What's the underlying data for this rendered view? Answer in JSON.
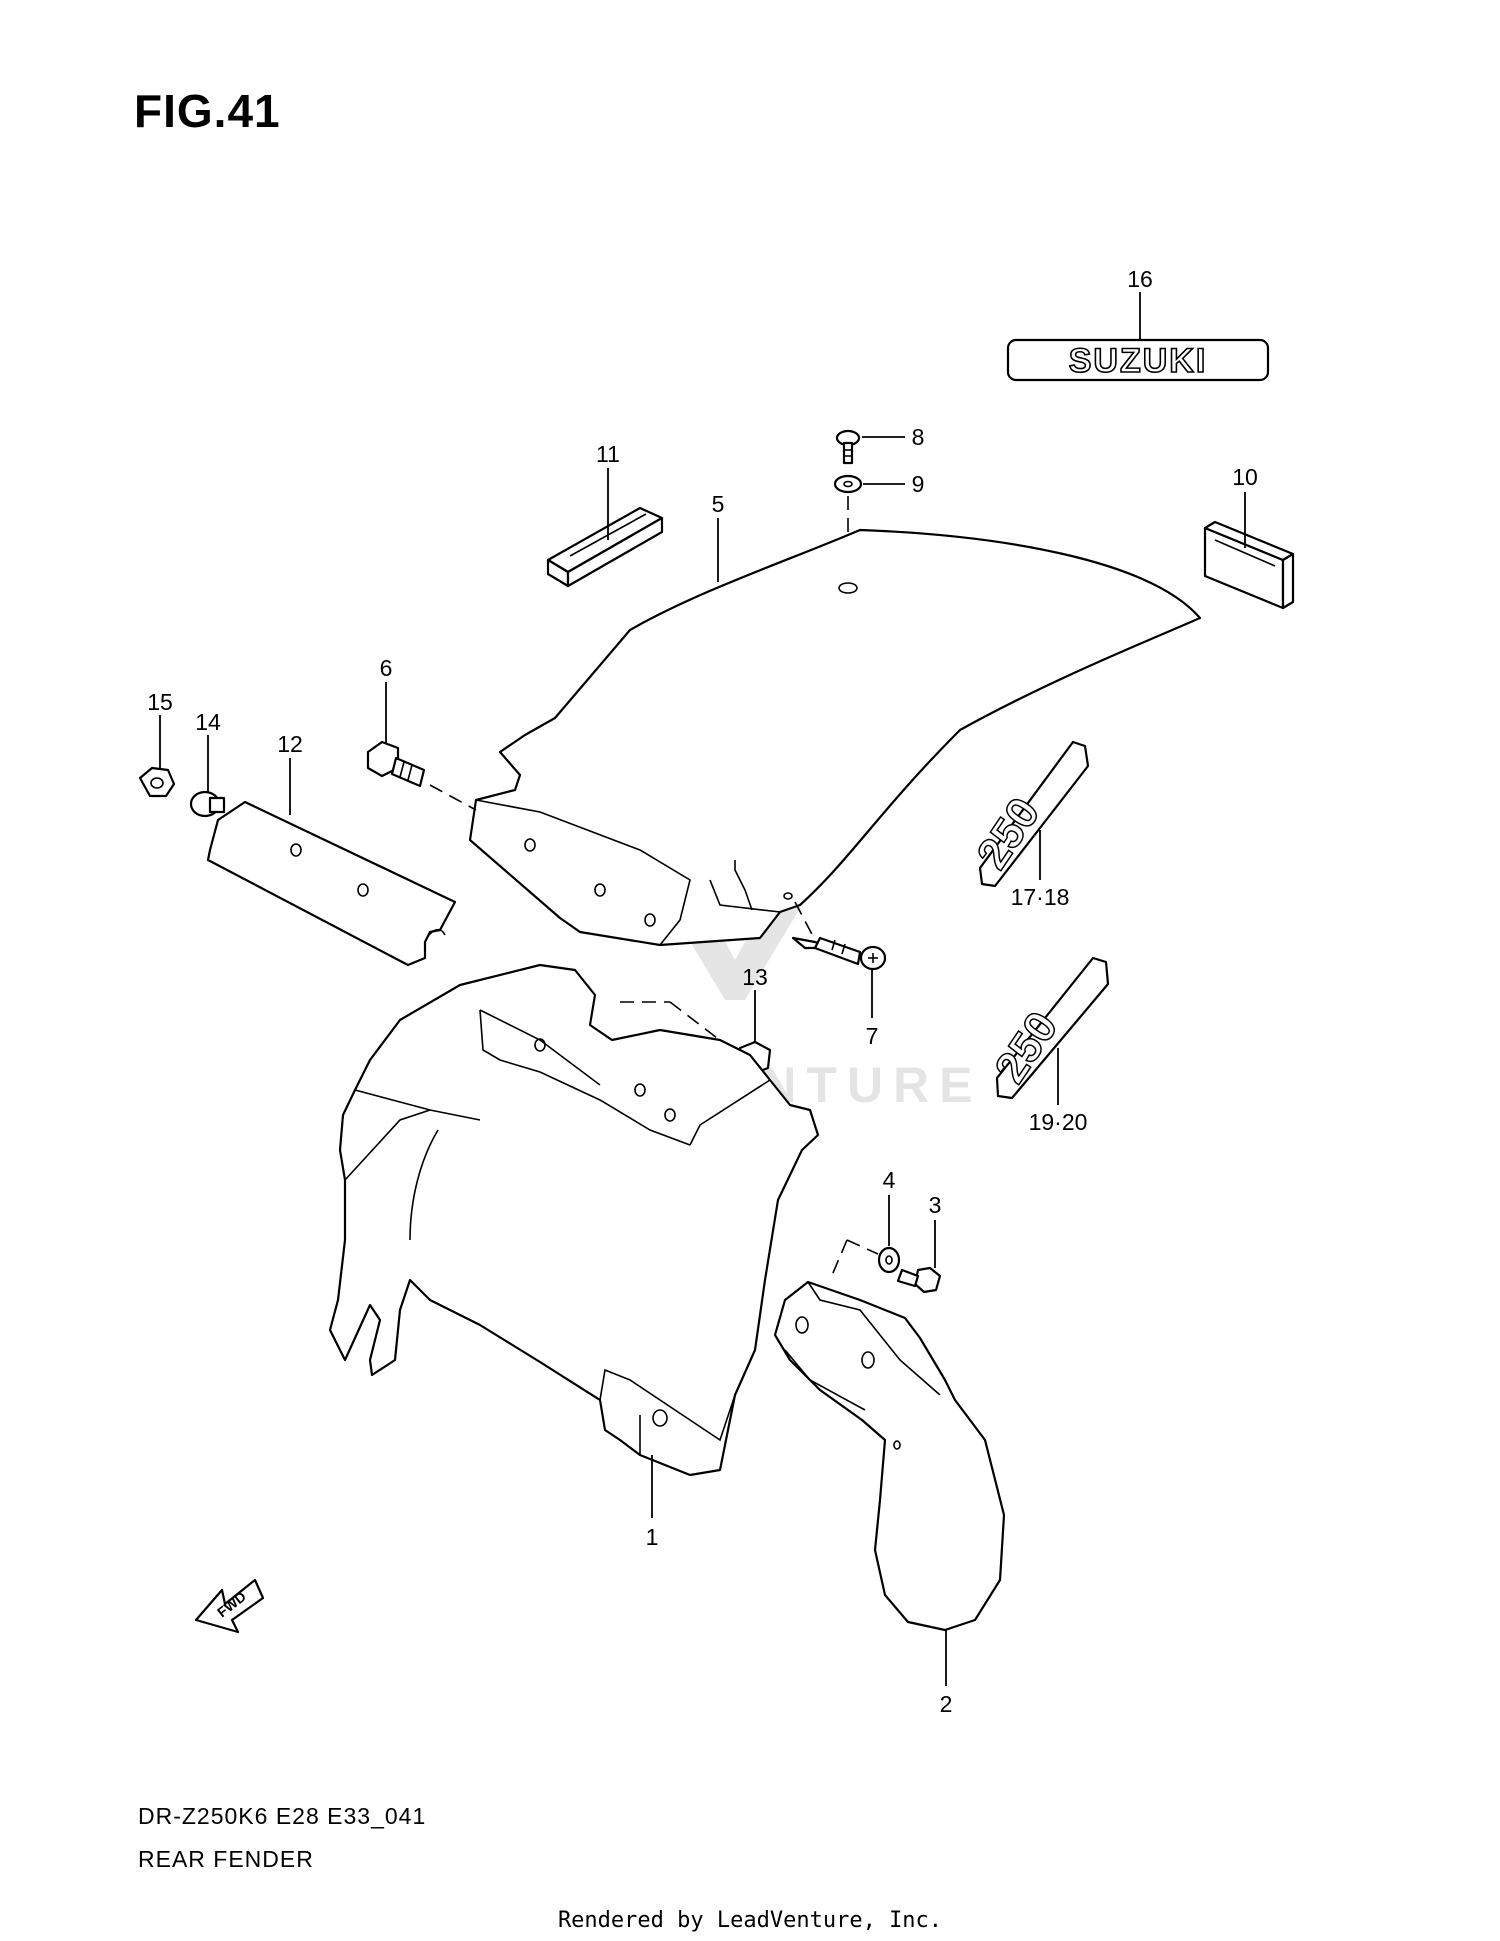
{
  "figure": {
    "title": "FIG.41",
    "model_code": "DR-Z250K6 E28 E33_041",
    "section_name": "REAR FENDER",
    "rendered_by": "Rendered by LeadVenture, Inc.",
    "watermark": "LEADVENTURE"
  },
  "emblems": {
    "brand": "SUZUKI",
    "number": "250"
  },
  "callouts": {
    "c1": "1",
    "c2": "2",
    "c3": "3",
    "c4": "4",
    "c5": "5",
    "c6": "6",
    "c7": "7",
    "c8": "8",
    "c9": "9",
    "c10": "10",
    "c11": "11",
    "c12": "12",
    "c13": "13",
    "c14": "14",
    "c15": "15",
    "c16": "16",
    "c17_18": "17·18",
    "c19_20": "19·20"
  },
  "fwd_label": "FWD"
}
